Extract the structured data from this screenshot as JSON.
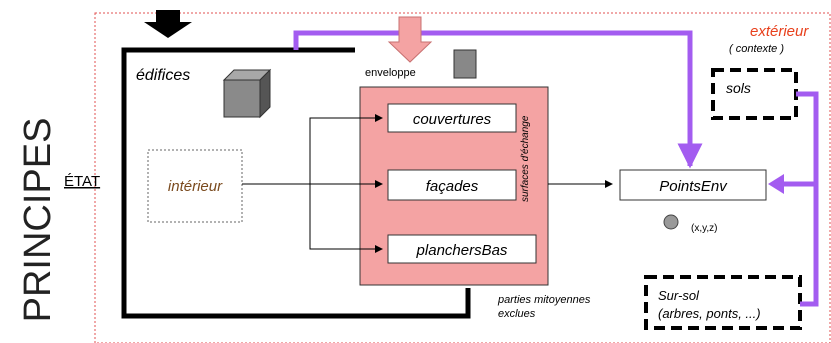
{
  "side_title": "PRINCIPES",
  "state_label": "ÉTAT",
  "exterior": {
    "label": "extérieur",
    "context": "( contexte )"
  },
  "buildings": {
    "label": "édifices"
  },
  "envelope": {
    "label": "enveloppe",
    "exchange_surfaces": "surfaces d'échange",
    "items": [
      "couvertures",
      "façades",
      "planchersBas"
    ]
  },
  "interior": {
    "label": "intérieur"
  },
  "points_env": {
    "label": "PointsEnv",
    "coords": "(x,y,z)"
  },
  "ground": {
    "label": "sols"
  },
  "above_ground": {
    "line1": "Sur-sol",
    "line2": "(arbres, ponts, ...)"
  },
  "shared_parts": {
    "line1": "parties mitoyennes",
    "line2": "exclues"
  },
  "colors": {
    "exterior_label": "#e8401c",
    "interior_label": "#7a4a1e",
    "envelope_fill": "#f4a3a3",
    "purple_arrow": "#a35cf0",
    "border_dotted": "#e05050"
  }
}
